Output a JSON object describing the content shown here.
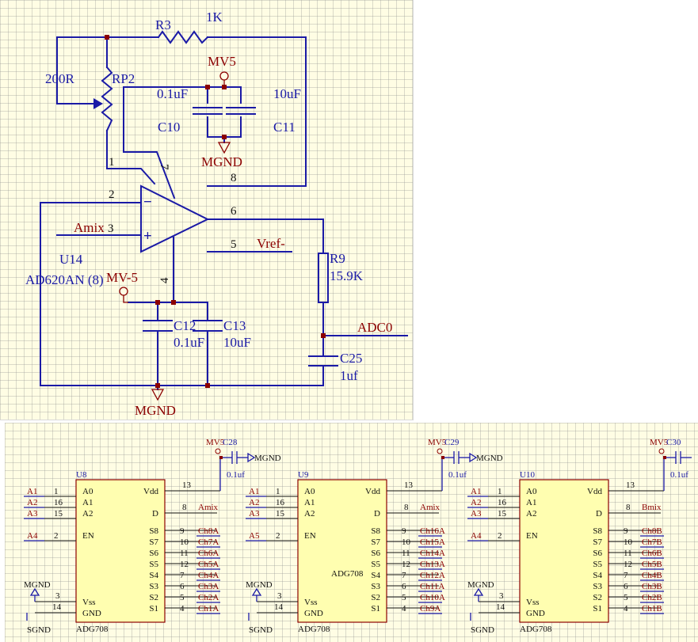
{
  "top_circuit": {
    "r3": {
      "ref": "R3",
      "value": "1K"
    },
    "rp2": {
      "ref": "RP2",
      "value": "200R"
    },
    "mv5_label": "MV5",
    "c10": {
      "ref": "C10",
      "value": "0.1uF"
    },
    "c11": {
      "ref": "C11",
      "value": "10uF"
    },
    "mgnd_upper": "MGND",
    "amp": {
      "ref": "U14",
      "part": "AD620AN (8)",
      "minus": "−",
      "plus": "+"
    },
    "pins": {
      "p1": "1",
      "p2": "2",
      "p3": "3",
      "p4": "4",
      "p5": "5",
      "p6": "6",
      "p7": "7",
      "p8": "8"
    },
    "amix_label": "Amix",
    "vref_label": "Vref-",
    "mv_neg5_label": "MV-5",
    "c12": {
      "ref": "C12",
      "value": "0.1uF"
    },
    "c13": {
      "ref": "C13",
      "value": "10uF"
    },
    "r9": {
      "ref": "R9",
      "value": "15.9K"
    },
    "adc_label": "ADC0",
    "c25": {
      "ref": "C25",
      "value": "1uf"
    },
    "mgnd_lower": "MGND"
  },
  "mux_chips": [
    {
      "ref": "U9",
      "part": "ADG708",
      "mid_label": "ADG708",
      "supply": "MV5",
      "cap_ref": "C29",
      "cap_value": "0.1uf",
      "gnd_label": "MGND",
      "addr_labels": [
        "A1",
        "A2",
        "A3",
        "A5"
      ],
      "addr_pins": [
        "1",
        "16",
        "15",
        "2"
      ],
      "left_pins": [
        "A0",
        "A1",
        "A2",
        "EN",
        "Vss",
        "GND"
      ],
      "right_pins": [
        "Vdd",
        "D",
        "S8",
        "S7",
        "S6",
        "S5",
        "S4",
        "S3",
        "S2",
        "S1"
      ],
      "vdd_pin": "13",
      "d_pin": "8",
      "d_label": "Amix",
      "ch_pins": [
        "9",
        "10",
        "11",
        "12",
        "7",
        "6",
        "5",
        "4"
      ],
      "ch_labels": [
        "Ch16A",
        "Ch15A",
        "Ch14A",
        "Ch13A",
        "Ch12A",
        "Ch11A",
        "Ch10A",
        "Ch9A"
      ],
      "vss_pin": "3",
      "gnd_pin": "14",
      "mgnd_label": "MGND",
      "sgnd_label": "SGND"
    },
    {
      "ref": "U10",
      "part": "ADG708",
      "mid_label": "",
      "supply": "MV5",
      "cap_ref": "C30",
      "cap_value": "0.1uf",
      "gnd_label": "",
      "addr_labels": [
        "A1",
        "A2",
        "A3",
        "A4"
      ],
      "addr_pins": [
        "1",
        "16",
        "15",
        "2"
      ],
      "left_pins": [
        "A0",
        "A1",
        "A2",
        "EN",
        "Vss",
        "GND"
      ],
      "right_pins": [
        "Vdd",
        "D",
        "S8",
        "S7",
        "S6",
        "S5",
        "S4",
        "S3",
        "S2",
        "S1"
      ],
      "vdd_pin": "13",
      "d_pin": "8",
      "d_label": "Bmix",
      "ch_pins": [
        "9",
        "10",
        "11",
        "12",
        "7",
        "6",
        "5",
        "4"
      ],
      "ch_labels": [
        "Ch8B",
        "Ch7B",
        "Ch6B",
        "Ch5B",
        "Ch4B",
        "Ch3B",
        "Ch2B",
        "Ch1B"
      ],
      "vss_pin": "3",
      "gnd_pin": "14",
      "mgnd_label": "MGND",
      "sgnd_label": "SGND"
    },
    {
      "ref": "U8",
      "part": "ADG708",
      "mid_label": "",
      "supply": "MV5",
      "cap_ref": "C28",
      "cap_value": "0.1uf",
      "gnd_label": "MGND",
      "addr_labels": [
        "A1",
        "A2",
        "A3",
        "A4"
      ],
      "addr_pins": [
        "1",
        "16",
        "15",
        "2"
      ],
      "left_pins": [
        "A0",
        "A1",
        "A2",
        "EN",
        "Vss",
        "GND"
      ],
      "right_pins": [
        "Vdd",
        "D",
        "S8",
        "S7",
        "S6",
        "S5",
        "S4",
        "S3",
        "S2",
        "S1"
      ],
      "vdd_pin": "13",
      "d_pin": "8",
      "d_label": "Amix",
      "ch_pins": [
        "9",
        "10",
        "11",
        "12",
        "7",
        "6",
        "5",
        "4"
      ],
      "ch_labels": [
        "Ch8A",
        "Ch7A",
        "Ch6A",
        "Ch5A",
        "Ch4A",
        "Ch3A",
        "Ch2A",
        "Ch1A"
      ],
      "vss_pin": "3",
      "gnd_pin": "14",
      "mgnd_label": "MGND",
      "sgnd_label": "SGND"
    }
  ]
}
